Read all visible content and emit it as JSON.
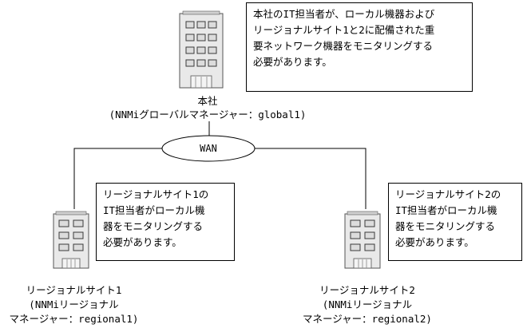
{
  "hq": {
    "note": "本社のIT担当者が、ローカル機器および\nリージョナルサイト1と2に配備された重\n要ネットワーク機器をモニタリングする\n必要があります。",
    "name": "本社",
    "manager": "(NNMiグローバルマネージャー：global1)"
  },
  "wan": {
    "label": "WAN"
  },
  "site1": {
    "note": "リージョナルサイト1の\nIT担当者がローカル機\n器をモニタリングする\n必要があります。",
    "name": "リージョナルサイト1",
    "manager_line1": "(NNMiリージョナル",
    "manager_line2": "マネージャー：regional1)"
  },
  "site2": {
    "note": "リージョナルサイト2の\nIT担当者がローカル機\n器をモニタリングする\n必要があります。",
    "name": "リージョナルサイト2",
    "manager_line1": "(NNMiリージョナル",
    "manager_line2": "マネージャー：regional2)"
  },
  "colors": {
    "line": "#000000",
    "building_fill": "#e9e9e9",
    "window_fill": "#dcdcdc"
  }
}
